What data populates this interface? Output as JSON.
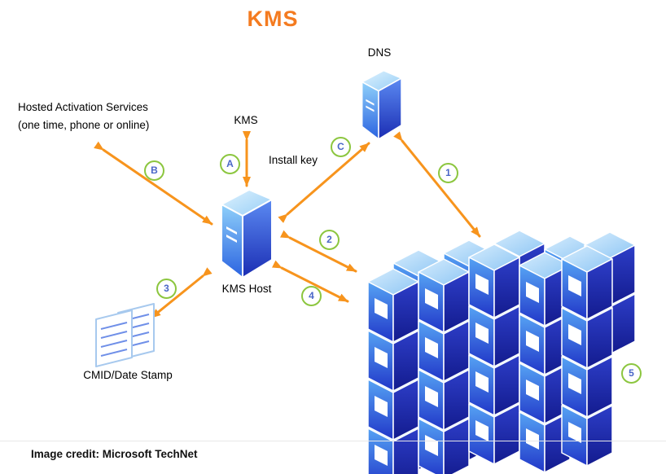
{
  "title": "KMS",
  "credit": "Image credit: Microsoft TechNet",
  "labels": {
    "dns": "DNS",
    "kms": "KMS",
    "install_key": "Install key",
    "kms_host": "KMS Host",
    "hosted_line1": "Hosted Activation Services",
    "hosted_line2": "(one time, phone or online)",
    "cmid": "CMID/Date Stamp"
  },
  "callouts": [
    {
      "label": "A"
    },
    {
      "label": "B"
    },
    {
      "label": "C"
    },
    {
      "label": "1"
    },
    {
      "label": "2"
    },
    {
      "label": "3"
    },
    {
      "label": "4"
    },
    {
      "label": "5"
    }
  ],
  "colors": {
    "arrow_orange": "#F7941D",
    "title_orange": "#F47B20",
    "callout_ring_green": "#8CC63F",
    "callout_text_blue": "#4A66C8",
    "document_outline_blue": "#A7C9EE",
    "document_line_blue": "#6F8FE8",
    "server_blue_light": "#8FD0FA",
    "server_blue_dark": "#1B2BB0",
    "text_black": "#000000"
  }
}
